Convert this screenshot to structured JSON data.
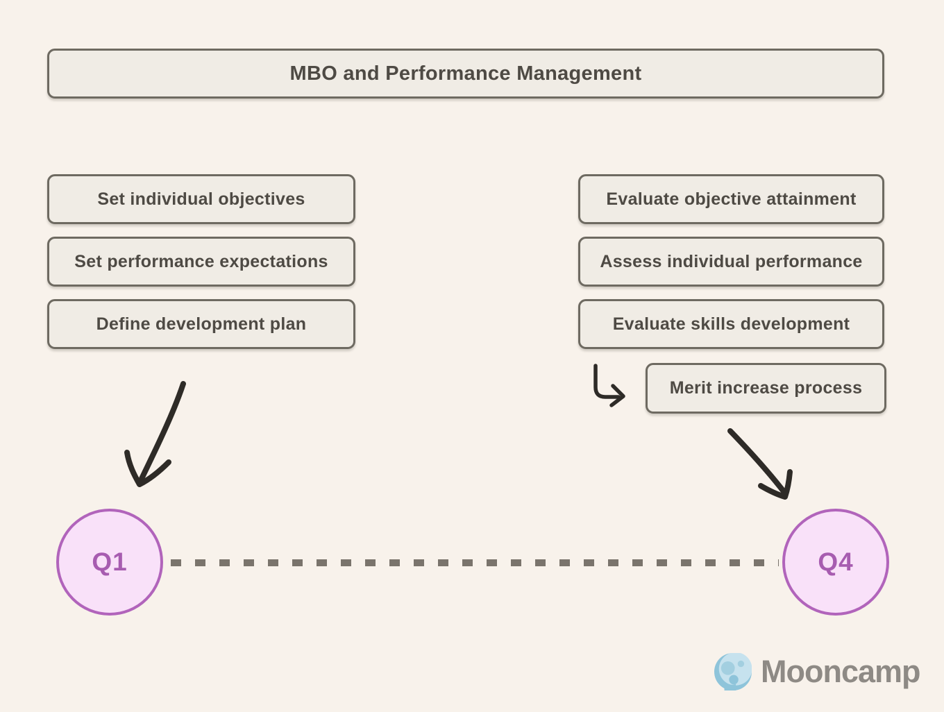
{
  "title": {
    "label": "MBO and Performance Management"
  },
  "planning_column": {
    "items": [
      {
        "label": "Set individual objectives"
      },
      {
        "label": "Set performance expectations"
      },
      {
        "label": "Define development plan"
      }
    ]
  },
  "evaluation_column": {
    "items": [
      {
        "label": "Evaluate objective attainment"
      },
      {
        "label": "Assess individual performance"
      },
      {
        "label": "Evaluate skills development"
      }
    ]
  },
  "merit": {
    "label": "Merit increase process"
  },
  "timeline": {
    "start_label": "Q1",
    "end_label": "Q4"
  },
  "branding": {
    "name": "Mooncamp"
  },
  "icons": {
    "moon": "moon-logo-icon",
    "arrow_left": "curved-arrow-down-left",
    "arrow_right": "curved-arrow-down-right",
    "elbow_arrow": "elbow-arrow-down-right"
  },
  "colors": {
    "background": "#f8f2eb",
    "box_fill": "#f0ece5",
    "box_border": "#6e6a61",
    "box_text": "#4e4a44",
    "arrow": "#2e2b27",
    "timeline_dash": "#7a746c",
    "circle_fill": "#f9e1f9",
    "circle_border": "#b164bb",
    "circle_text": "#a75cb0",
    "brand_text": "#8e8a85",
    "moon_light": "#c6e2ee",
    "moon_dark": "#8ec4da",
    "moon_crater": "#a3cfe0"
  }
}
